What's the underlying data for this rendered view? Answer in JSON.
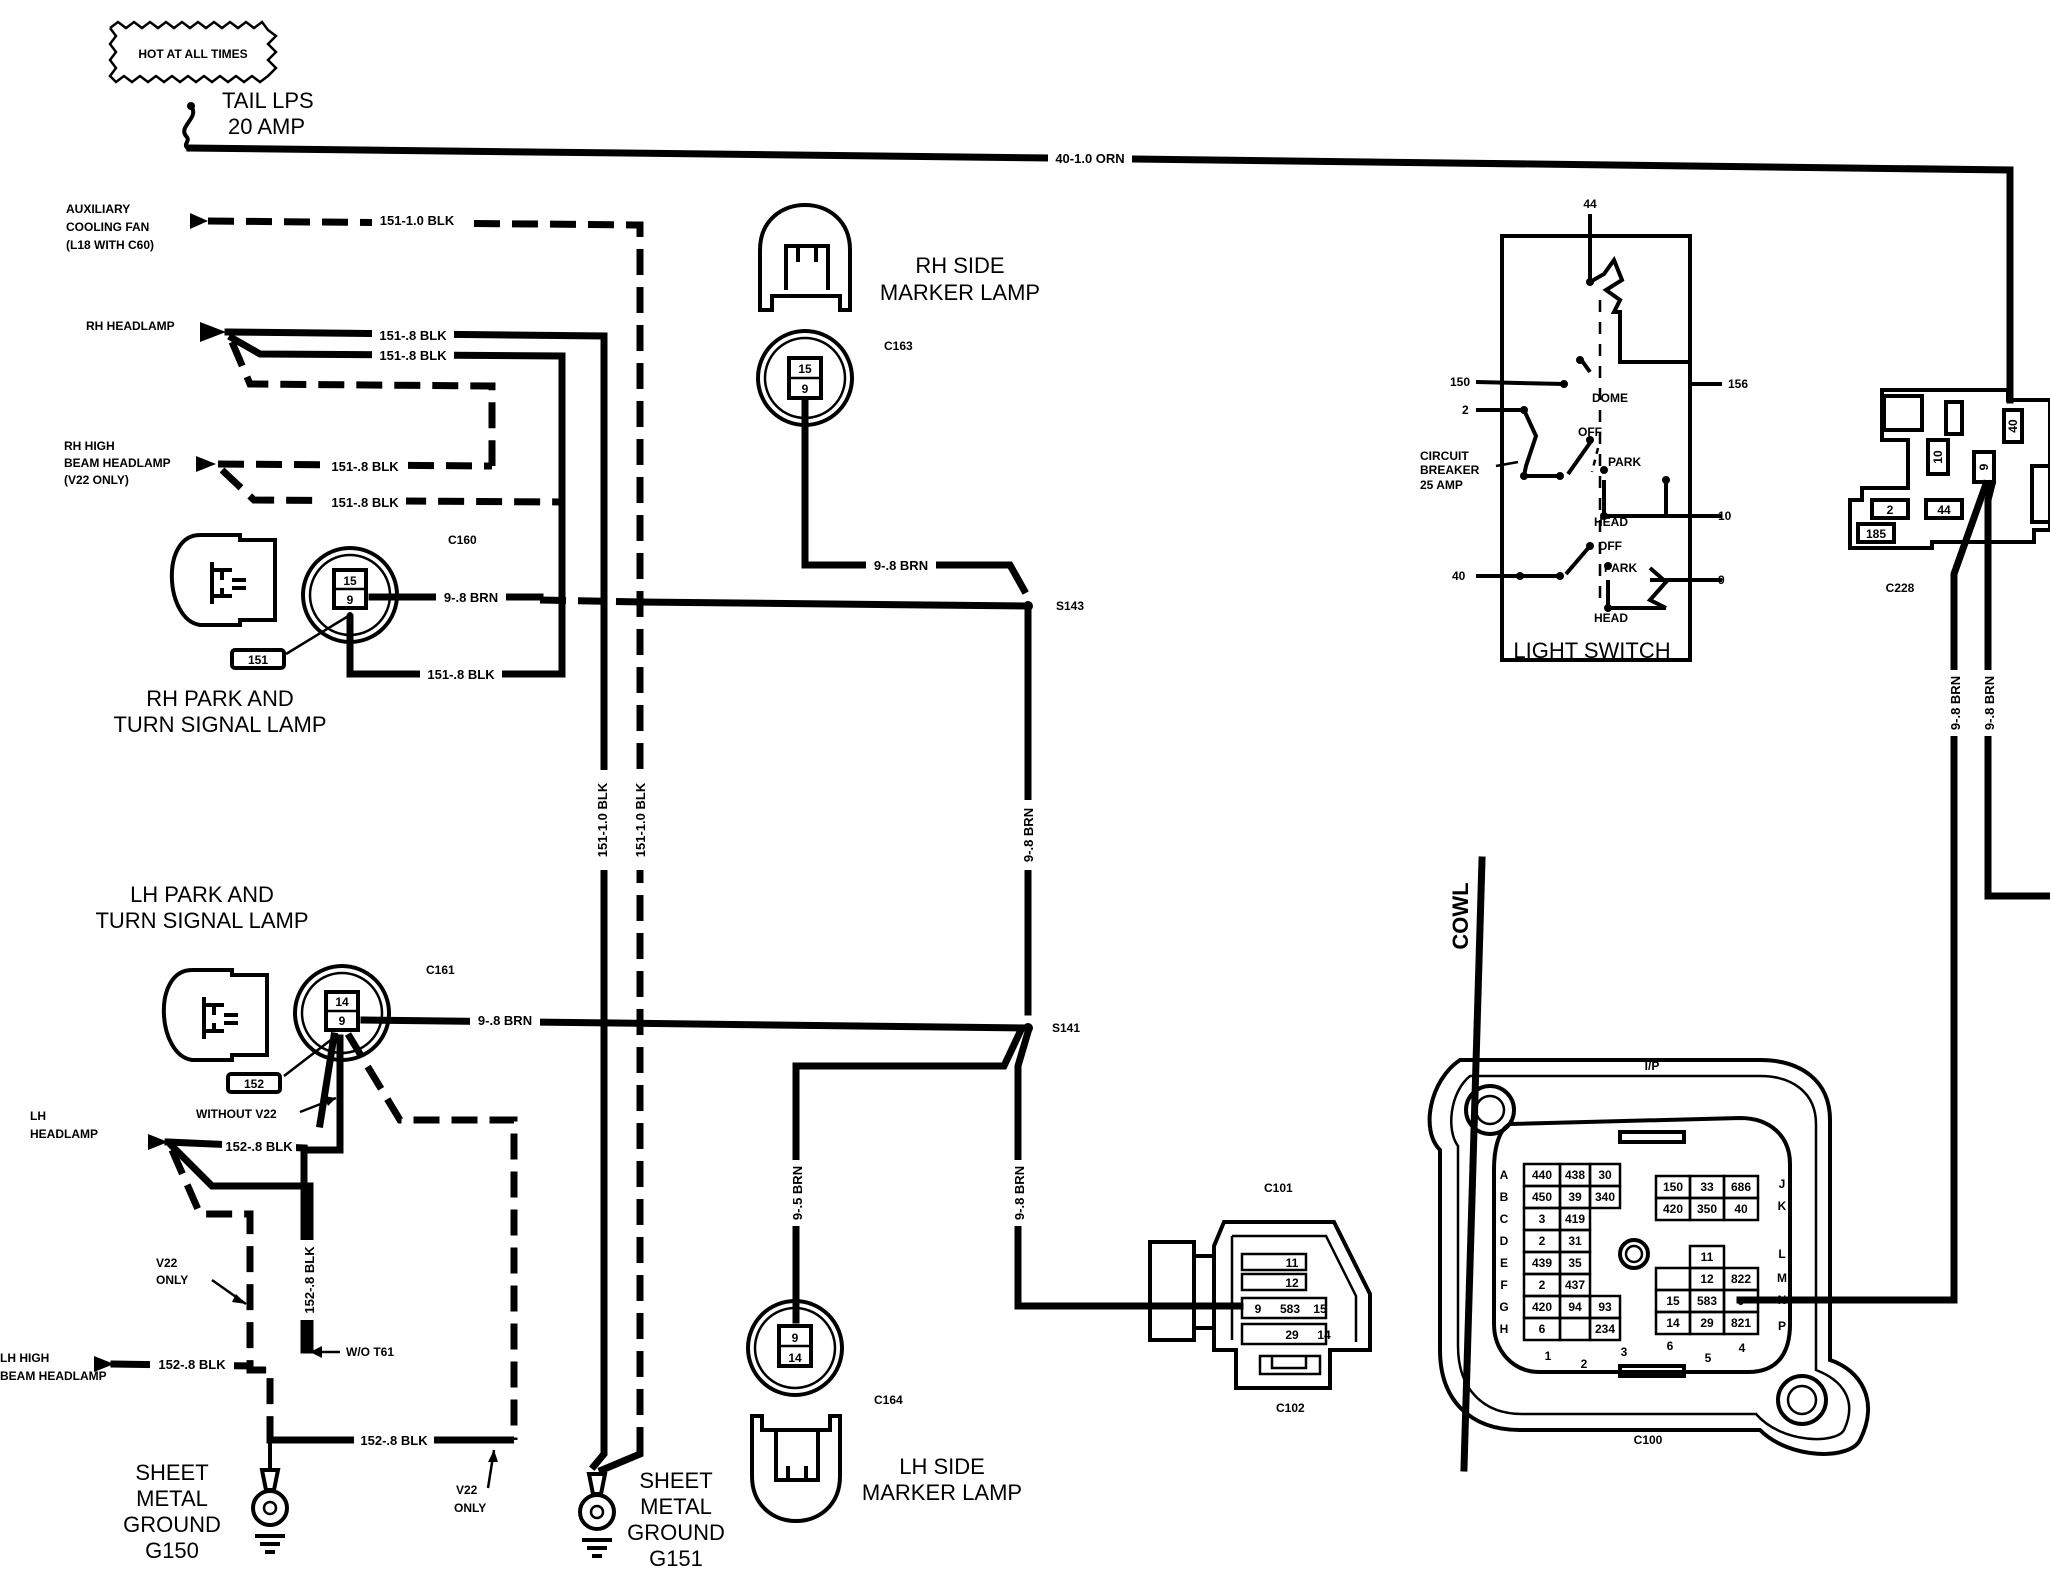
{
  "hot_badge": "HOT AT ALL TIMES",
  "fuse": {
    "name": "TAIL LPS",
    "rating": "20 AMP"
  },
  "wires": {
    "orn_main": "40-1.0 ORN",
    "blk_aux": "151-1.0 BLK",
    "blk_rh_head_1": "151-.8 BLK",
    "blk_rh_head_2": "151-.8 BLK",
    "blk_rh_high_1": "151-.8 BLK",
    "blk_rh_high_2": "151-.8 BLK",
    "brn_c160": "9-.8 BRN",
    "blk_c160": "151-.8 BLK",
    "brn_c163": "9-.8 BRN",
    "brn_s143_s141": "9-.8 BRN",
    "brn_c161": "9-.8 BRN",
    "blk_lh_head": "152-.8 BLK",
    "blk_vert": "152-.8 BLK",
    "blk_lh_high": "152-.8 BLK",
    "blk_ground": "152-.8 BLK",
    "brn_c164": "9-.5 BRN",
    "brn_c101": "9-.8 BRN",
    "blk_vert_1": "151-1.0 BLK",
    "blk_vert_2": "151-1.0 BLK",
    "brn_c228_1": "9-.8 BRN",
    "brn_c228_2": "9-.8 BRN"
  },
  "labels": {
    "aux_fan": [
      "AUXILIARY",
      "COOLING FAN",
      "(L18 WITH C60)"
    ],
    "rh_headlamp": "RH HEADLAMP",
    "rh_high_beam": [
      "RH HIGH",
      "BEAM HEADLAMP",
      "(V22 ONLY)"
    ],
    "rh_park": [
      "RH PARK AND",
      "TURN SIGNAL LAMP"
    ],
    "lh_park": [
      "LH PARK AND",
      "TURN SIGNAL LAMP"
    ],
    "rh_side_marker": [
      "RH SIDE",
      "MARKER LAMP"
    ],
    "lh_side_marker": [
      "LH SIDE",
      "MARKER LAMP"
    ],
    "lh_headlamp": [
      "LH",
      "HEADLAMP"
    ],
    "lh_high_beam": [
      "LH HIGH",
      "BEAM HEADLAMP"
    ],
    "without_v22": "WITHOUT V22",
    "v22_only_1": [
      "V22",
      "ONLY"
    ],
    "v22_only_2": [
      "V22",
      "ONLY"
    ],
    "wo_t61": "W/O T61",
    "ground_g150": [
      "SHEET",
      "METAL",
      "GROUND",
      "G150"
    ],
    "ground_g151": [
      "SHEET",
      "METAL",
      "GROUND",
      "G151"
    ],
    "light_switch": "LIGHT SWITCH",
    "cowl": "COWL",
    "ip": "I/P",
    "circuit_breaker": [
      "CIRCUIT",
      "BREAKER",
      "25 AMP"
    ]
  },
  "connectors": {
    "c160": "C160",
    "c161": "C161",
    "c163": "C163",
    "c164": "C164",
    "c101": "C101",
    "c102": "C102",
    "c100": "C100",
    "c228": "C228",
    "s143": "S143",
    "s141": "S141"
  },
  "pins": {
    "c160_top": "15",
    "c160_bot": "9",
    "c160_tag": "151",
    "c161_top": "14",
    "c161_bot": "9",
    "c161_tag": "152",
    "c163_top": "15",
    "c163_bot": "9",
    "c164_top": "9",
    "c164_bot": "14"
  },
  "light_switch": {
    "terminal_top": "44",
    "left": [
      "150",
      "2",
      "40"
    ],
    "right": [
      "156",
      "10",
      "9"
    ],
    "positions": [
      "DOME",
      "OFF",
      "PARK",
      "HEAD",
      "OFF",
      "PARK",
      "HEAD"
    ]
  },
  "c228_pins": [
    "40",
    "10",
    "9",
    "2",
    "44",
    "185"
  ],
  "c101_pins": [
    "11",
    "12",
    "9",
    "583",
    "15",
    "29",
    "14"
  ],
  "c100": {
    "rows_left": [
      "A",
      "B",
      "C",
      "D",
      "E",
      "F",
      "G",
      "H"
    ],
    "rows_right": [
      "J",
      "K",
      "L",
      "M",
      "N",
      "P"
    ],
    "cols_bottom": [
      "1",
      "2",
      "3",
      "6",
      "5",
      "4"
    ],
    "left_block": [
      [
        "440",
        "438",
        "30"
      ],
      [
        "450",
        "39",
        "340"
      ],
      [
        "3",
        "419"
      ],
      [
        "2",
        "31"
      ],
      [
        "439",
        "35"
      ],
      [
        "2",
        "437"
      ],
      [
        "420",
        "94",
        "93"
      ],
      [
        "6",
        "",
        "234"
      ]
    ],
    "right_top": [
      [
        "150",
        "33",
        "686"
      ],
      [
        "420",
        "350",
        "40"
      ]
    ],
    "right_bottom": [
      [
        "",
        "11",
        ""
      ],
      [
        "",
        "12",
        "822"
      ],
      [
        "15",
        "583",
        "9"
      ],
      [
        "14",
        "29",
        "821"
      ]
    ]
  }
}
